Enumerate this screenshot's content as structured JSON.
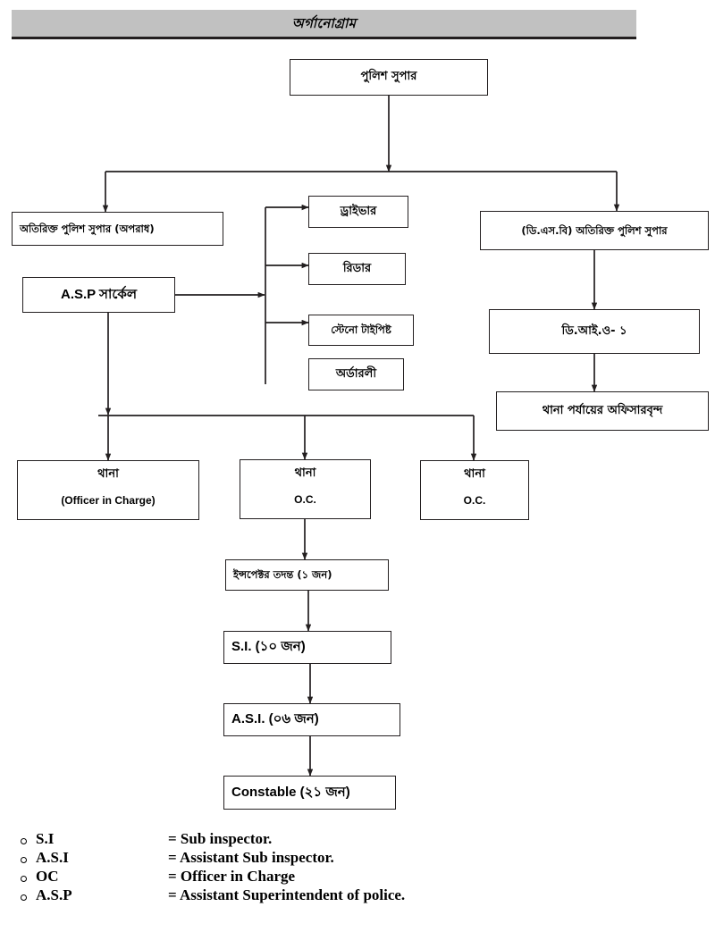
{
  "title": {
    "text": "অর্গানোগ্রাম"
  },
  "nodes": {
    "sp": {
      "label": "পুলিশ সুপার"
    },
    "addl_sp_crime": {
      "label": "অতিরিক্ত পুলিশ সুপার (অপরাধ)"
    },
    "asp_circle": {
      "label": "A.S.P সার্কেল"
    },
    "driver": {
      "label": "ড্রাইভার"
    },
    "reader": {
      "label": "রিডার"
    },
    "steno": {
      "label": "স্টেনো টাইপিষ্ট"
    },
    "orderly": {
      "label": "অর্ডারলী"
    },
    "addl_sp_dsb": {
      "label": "(ডি.এস.বি) অতিরিক্ত পুলিশ সুপার"
    },
    "dio1": {
      "label": "ডি.আই.ও- ১"
    },
    "thana_officers": {
      "label": "থানা পর্যায়ের অফিসারবৃন্দ"
    },
    "thana1": {
      "label": "থানা",
      "sub": "(Officer in Charge)"
    },
    "thana2": {
      "label": "থানা",
      "sub": "O.C."
    },
    "thana3": {
      "label": "থানা",
      "sub": "O.C."
    },
    "inspector": {
      "label": "ইন্সপেক্টর তদন্ত (১ জন)"
    },
    "si": {
      "label": "S.I. (১০ জন)"
    },
    "asi": {
      "label": "A.S.I. (০৬ জন)"
    },
    "constable": {
      "label": "Constable (২১ জন)"
    }
  },
  "legend": {
    "items": [
      {
        "abbr": "S.I",
        "definition": "= Sub inspector."
      },
      {
        "abbr": "A.S.I",
        "definition": "= Assistant Sub inspector."
      },
      {
        "abbr": "OC",
        "definition": "= Officer in Charge"
      },
      {
        "abbr": "A.S.P",
        "definition": "= Assistant Superintendent of police."
      }
    ]
  },
  "colors": {
    "banner_fill": "#c1c1c1",
    "line": "#231f20",
    "background": "#ffffff"
  },
  "chart_data": {
    "type": "diagram",
    "title": "অর্গানোগ্রাম",
    "diagram_kind": "organizational-hierarchy-flowchart",
    "root": "পুলিশ সুপার",
    "edges": [
      {
        "from": "পুলিশ সুপার",
        "to": "অতিরিক্ত পুলিশ সুপার (অপরাধ)"
      },
      {
        "from": "পুলিশ সুপার",
        "to": "(ডি.এস.বি) অতিরিক্ত পুলিশ সুপার"
      },
      {
        "from": "A.S.P সার্কেল",
        "to": "ড্রাইভার"
      },
      {
        "from": "A.S.P সার্কেল",
        "to": "রিডার"
      },
      {
        "from": "A.S.P সার্কেল",
        "to": "স্টেনো টাইপিষ্ট"
      },
      {
        "from": "A.S.P সার্কেল",
        "to": "থানা"
      },
      {
        "from": "(ডি.এস.বি) অতিরিক্ত পুলিশ সুপার",
        "to": "ডি.আই.ও- ১"
      },
      {
        "from": "ডি.আই.ও- ১",
        "to": "থানা পর্যায়ের অফিসারবৃন্দ"
      },
      {
        "from": "থানা",
        "to": "ইন্সপেক্টর তদন্ত (১ জন)"
      },
      {
        "from": "ইন্সপেক্টর তদন্ত (১ জন)",
        "to": "S.I. (১০ জন)"
      },
      {
        "from": "S.I. (১০ জন)",
        "to": "A.S.I. (০৬ জন)"
      },
      {
        "from": "A.S.I. (০৬ জন)",
        "to": "Constable (২১ জন)"
      }
    ],
    "staff_counts": {
      "ইন্সপেক্টর তদন্ত": "১ জন",
      "S.I.": "১০ জন",
      "A.S.I.": "০৬ জন",
      "Constable": "২১ জন",
      "ডি.আই.ও": "১"
    }
  }
}
